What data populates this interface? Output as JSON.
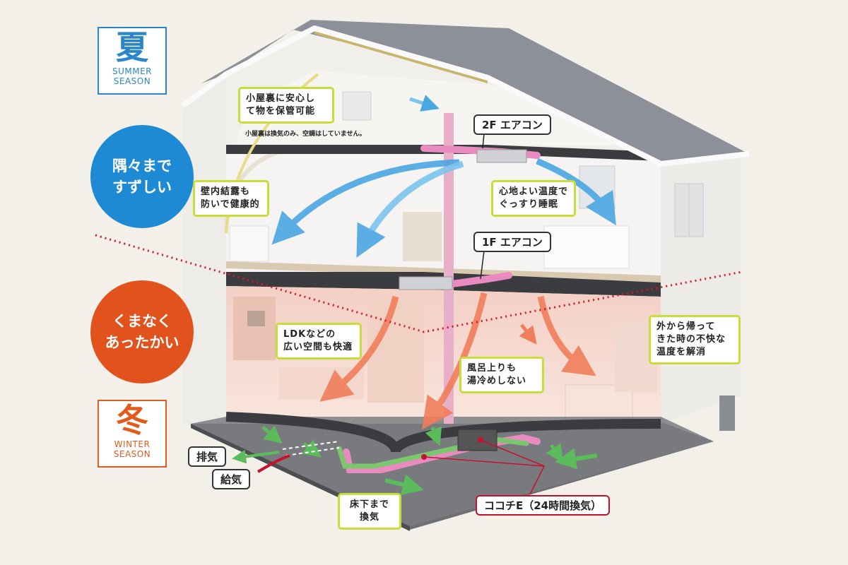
{
  "summer": {
    "kanji": "夏",
    "line1": "SUMMER",
    "line2": "SEASON"
  },
  "winter": {
    "kanji": "冬",
    "line1": "WINTER",
    "line2": "SEASON"
  },
  "cool_circle": {
    "line1": "隅々まで",
    "line2": "すずしい"
  },
  "warm_circle": {
    "line1": "くまなく",
    "line2": "あったかい"
  },
  "notes": {
    "attic": {
      "line1": "小屋裏に安心し",
      "line2": "て物を保管可能"
    },
    "attic_small": "小屋裏は換気のみ、空調はしていません。",
    "condensation": {
      "line1": "壁内結露も",
      "line2": "防いで健康的"
    },
    "sleep": {
      "line1": "心地よい温度で",
      "line2": "ぐっすり睡眠"
    },
    "ldk": {
      "line1": "LDKなどの",
      "line2": "広い空間も快適"
    },
    "bath": {
      "line1": "風呂上りも",
      "line2": "湯冷めしない"
    },
    "outside": {
      "line1": "外から帰って",
      "line2": "きた時の不快な",
      "line3": "温度を解消"
    },
    "underfloor": {
      "line1": "床下まで",
      "line2": "換気"
    }
  },
  "tags": {
    "ac2f": "2F エアコン",
    "ac1f": "1F エアコン",
    "exhaust": "排気",
    "supply": "給気",
    "kokochi": "ココチE（24時間換気）"
  },
  "colors": {
    "summer_blue": "#1d8ad3",
    "winter_orange": "#e2521d",
    "note_border": "#c8dc3c",
    "roof": "#8d9098",
    "duct_pink": "#e98ac0",
    "duct_green": "#7cc66d",
    "kokochi_red": "#c8102e"
  }
}
